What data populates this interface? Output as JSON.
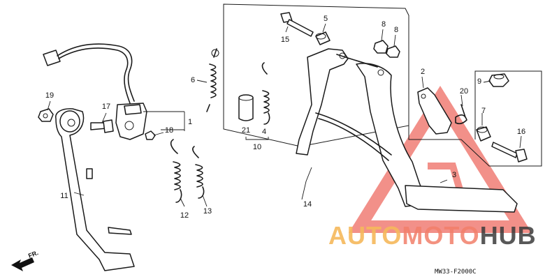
{
  "callouts": [
    "1",
    "2",
    "3",
    "4",
    "5",
    "6",
    "7",
    "8",
    "8",
    "9",
    "10",
    "11",
    "12",
    "13",
    "14",
    "15",
    "16",
    "17",
    "18",
    "19",
    "20",
    "21"
  ],
  "orientation": "FR.",
  "diagram_code": "MW33-F2000C",
  "watermark": {
    "part1": "AUTO",
    "part2": "MOTO",
    "part3": "HUB"
  },
  "colors": {
    "line": "#1a1a1a",
    "watermark_red": "#e8362a",
    "watermark_orange": "#f6b95c",
    "watermark_dark": "#3b3b3b"
  },
  "icons": [
    "warning-triangle-icon",
    "arrow-left-icon"
  ]
}
